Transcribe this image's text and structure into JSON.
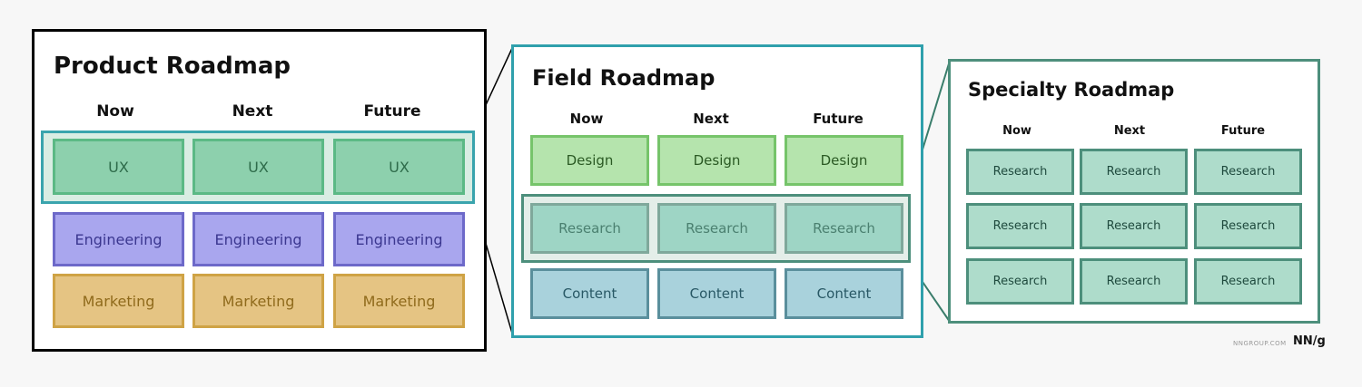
{
  "colors": {
    "background": "#f7f7f7",
    "product_border": "#000000",
    "field_border": "#2fa0ac",
    "specialty_border": "#4d8f7c",
    "ux_fill": "#8dd0ad",
    "ux_border": "#5bb985",
    "ux_text": "#2e6b4a",
    "engineering_fill": "#a9a6ee",
    "engineering_border": "#6d69c9",
    "engineering_text": "#3b3790",
    "marketing_fill": "#e5c483",
    "marketing_border": "#cfa345",
    "marketing_text": "#8f6a1b",
    "design_fill": "#b5e4ad",
    "design_border": "#76c46a",
    "design_text": "#2b5a24",
    "research_field_fill": "#9ed5c5",
    "research_field_text": "#4b8070",
    "content_fill": "#a9d2dc",
    "content_border": "#5a8f9c",
    "content_text": "#285865",
    "research_specialty_fill": "#aedccb",
    "research_specialty_border": "#4d8f7c",
    "research_specialty_text": "#1f4a3e"
  },
  "product_roadmap": {
    "title": "Product Roadmap",
    "columns": [
      "Now",
      "Next",
      "Future"
    ],
    "rows": [
      {
        "label": "UX",
        "cells": [
          "UX",
          "UX",
          "UX"
        ],
        "highlighted": true
      },
      {
        "label": "Engineering",
        "cells": [
          "Engineering",
          "Engineering",
          "Engineering"
        ]
      },
      {
        "label": "Marketing",
        "cells": [
          "Marketing",
          "Marketing",
          "Marketing"
        ]
      }
    ]
  },
  "field_roadmap": {
    "title": "Field Roadmap",
    "columns": [
      "Now",
      "Next",
      "Future"
    ],
    "rows": [
      {
        "label": "Design",
        "cells": [
          "Design",
          "Design",
          "Design"
        ]
      },
      {
        "label": "Research",
        "cells": [
          "Research",
          "Research",
          "Research"
        ],
        "highlighted": true
      },
      {
        "label": "Content",
        "cells": [
          "Content",
          "Content",
          "Content"
        ]
      }
    ]
  },
  "specialty_roadmap": {
    "title": "Specialty Roadmap",
    "columns": [
      "Now",
      "Next",
      "Future"
    ],
    "rows": [
      {
        "cells": [
          "Research",
          "Research",
          "Research"
        ]
      },
      {
        "cells": [
          "Research",
          "Research",
          "Research"
        ]
      },
      {
        "cells": [
          "Research",
          "Research",
          "Research"
        ]
      }
    ]
  },
  "footer": {
    "site": "NNGROUP.COM",
    "logo": "NN/g"
  }
}
